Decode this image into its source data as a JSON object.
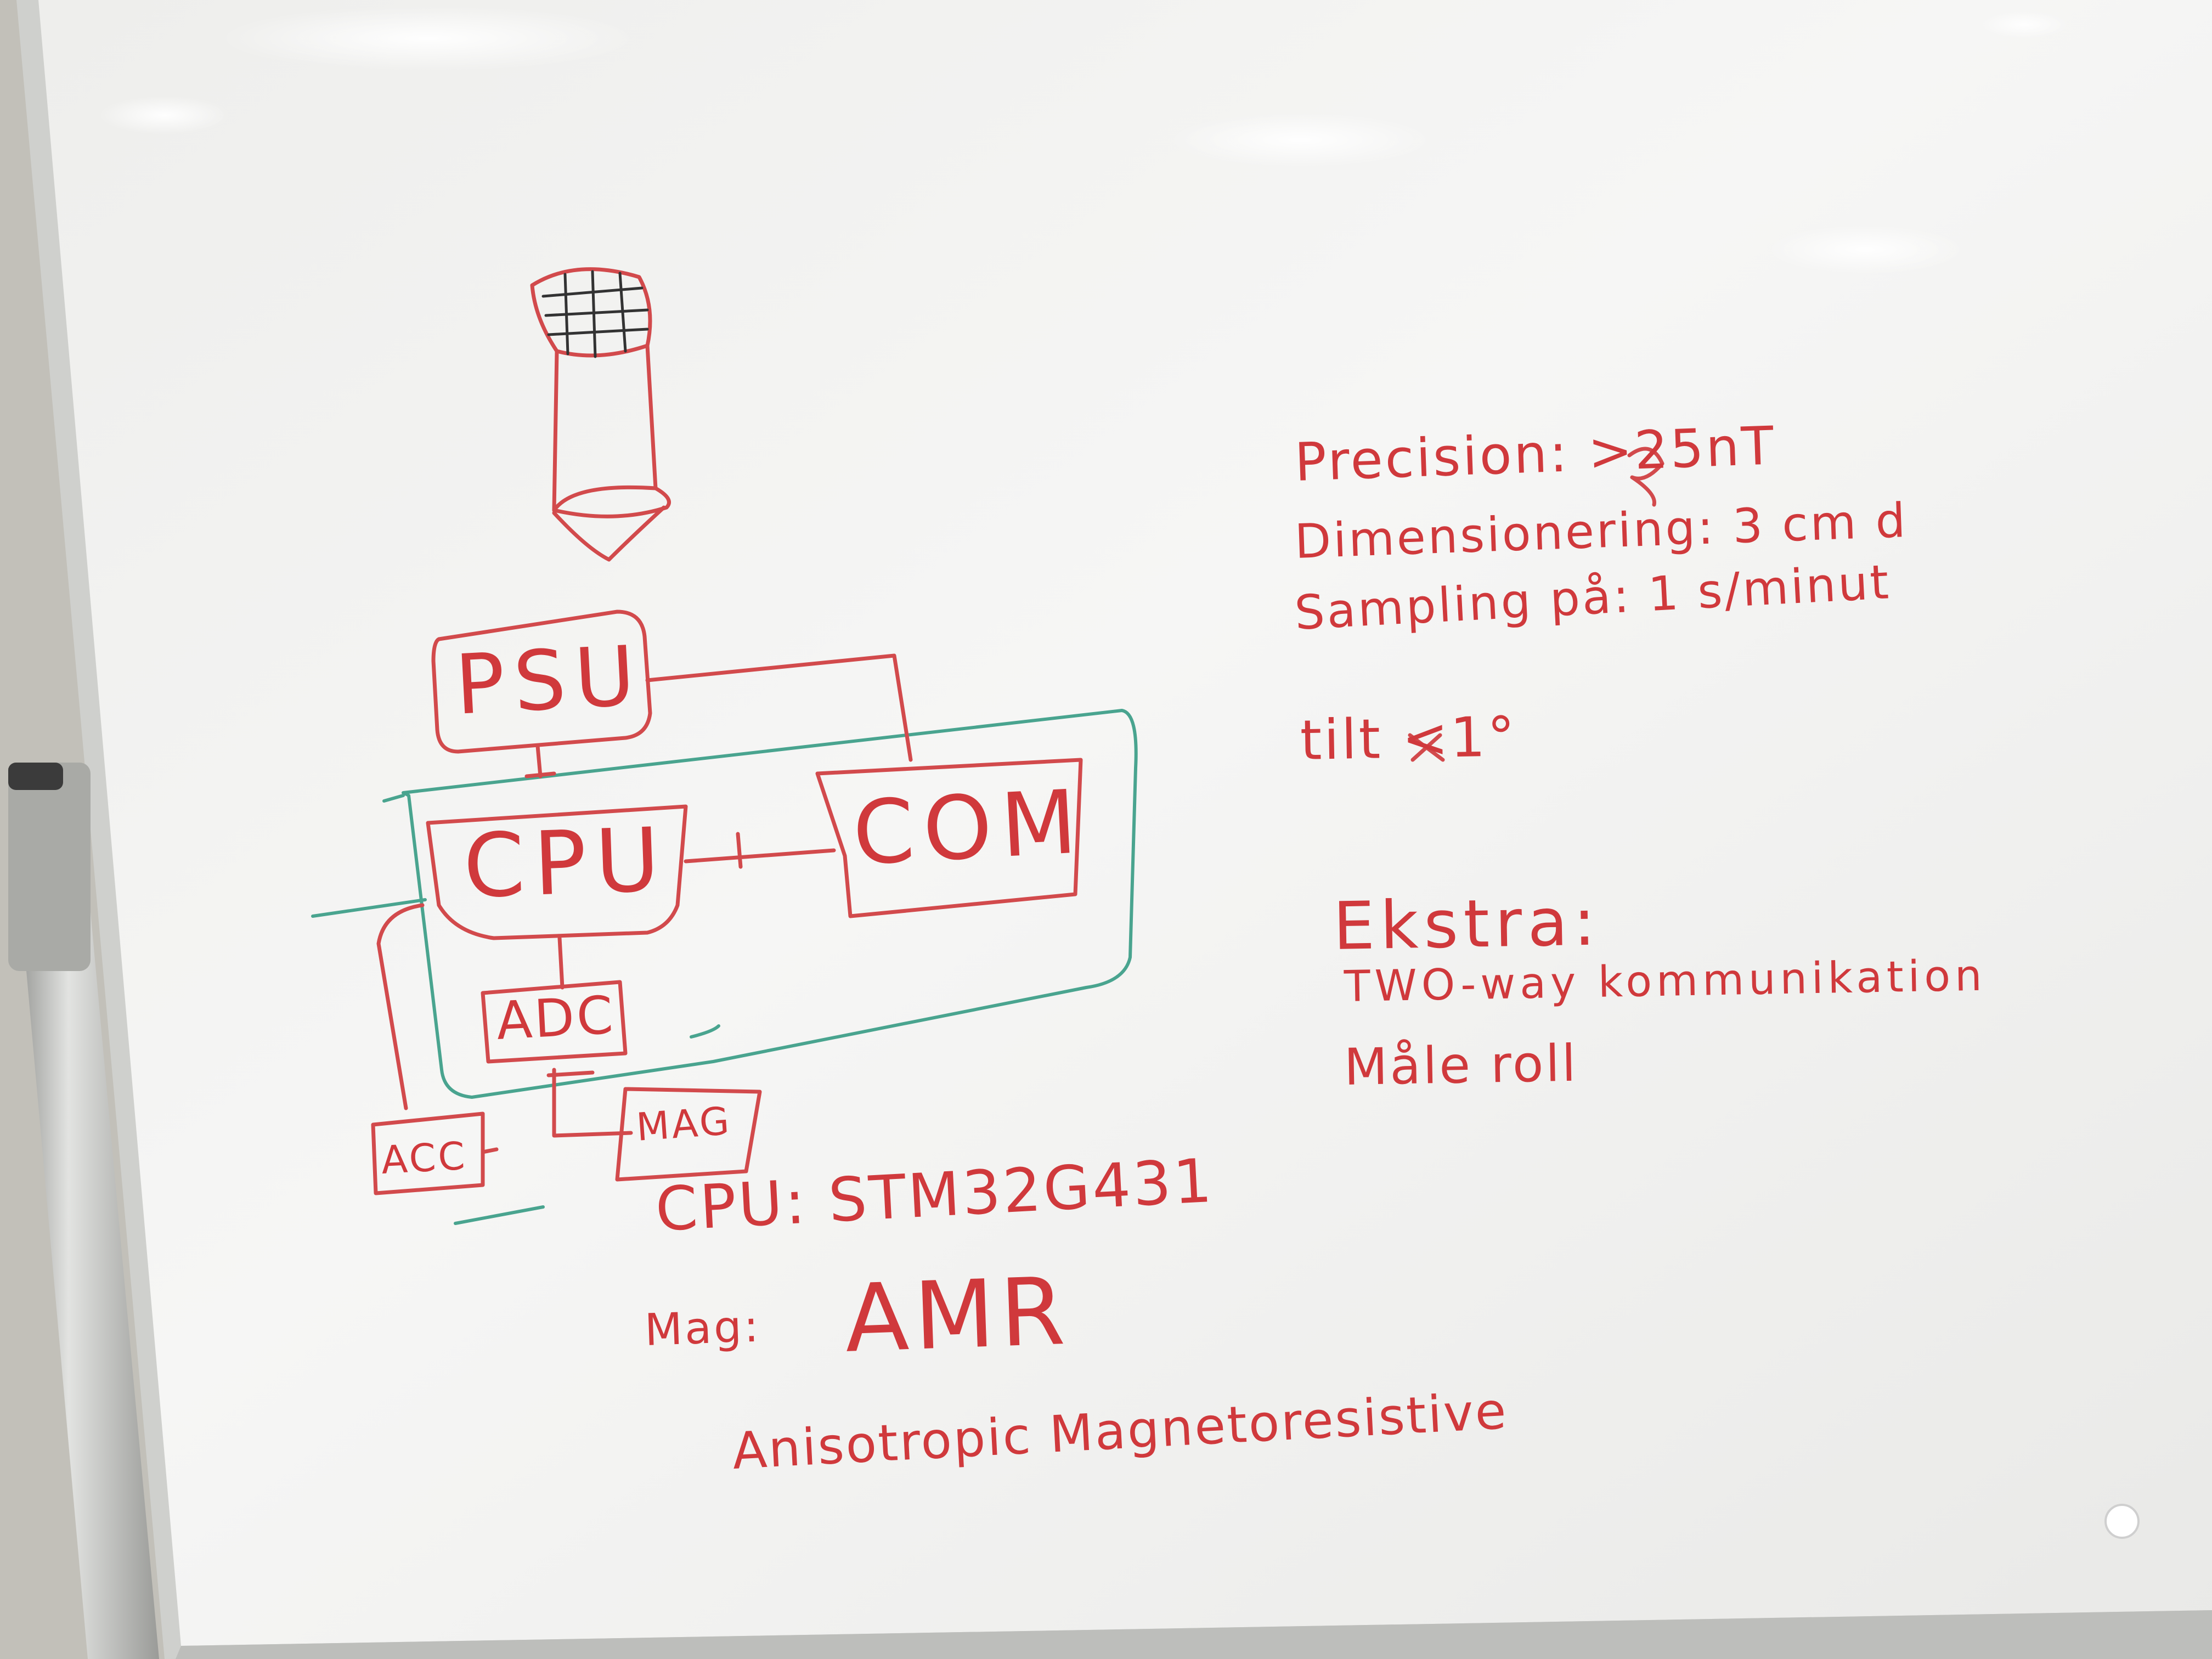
{
  "diagram": {
    "blocks": {
      "psu": "PSU",
      "cpu": "CPU",
      "com": "COM",
      "adc": "ADC",
      "acc": "ACC",
      "mag": "MAG"
    },
    "cpu_model": "CPU: STM32G431",
    "mag_label": "Mag:",
    "mag_type": "AMR",
    "mag_full_name": "Anisotropic Magnetoresistive"
  },
  "requirements": {
    "precision": "Precision: >25nT",
    "dimensions": "Dimensionering: 3 cm d",
    "sampling": "Sampling på: 1 s/minut",
    "tilt": "tilt <1°"
  },
  "extra": {
    "heading": "Ekstra:",
    "items": [
      "TWO-way kommunikation",
      "Måle roll"
    ]
  },
  "colors": {
    "ink_red": "#d24a4c",
    "ink_teal": "#49a48f",
    "board": "#f4f4f2",
    "frame": "#c8c9c6"
  }
}
